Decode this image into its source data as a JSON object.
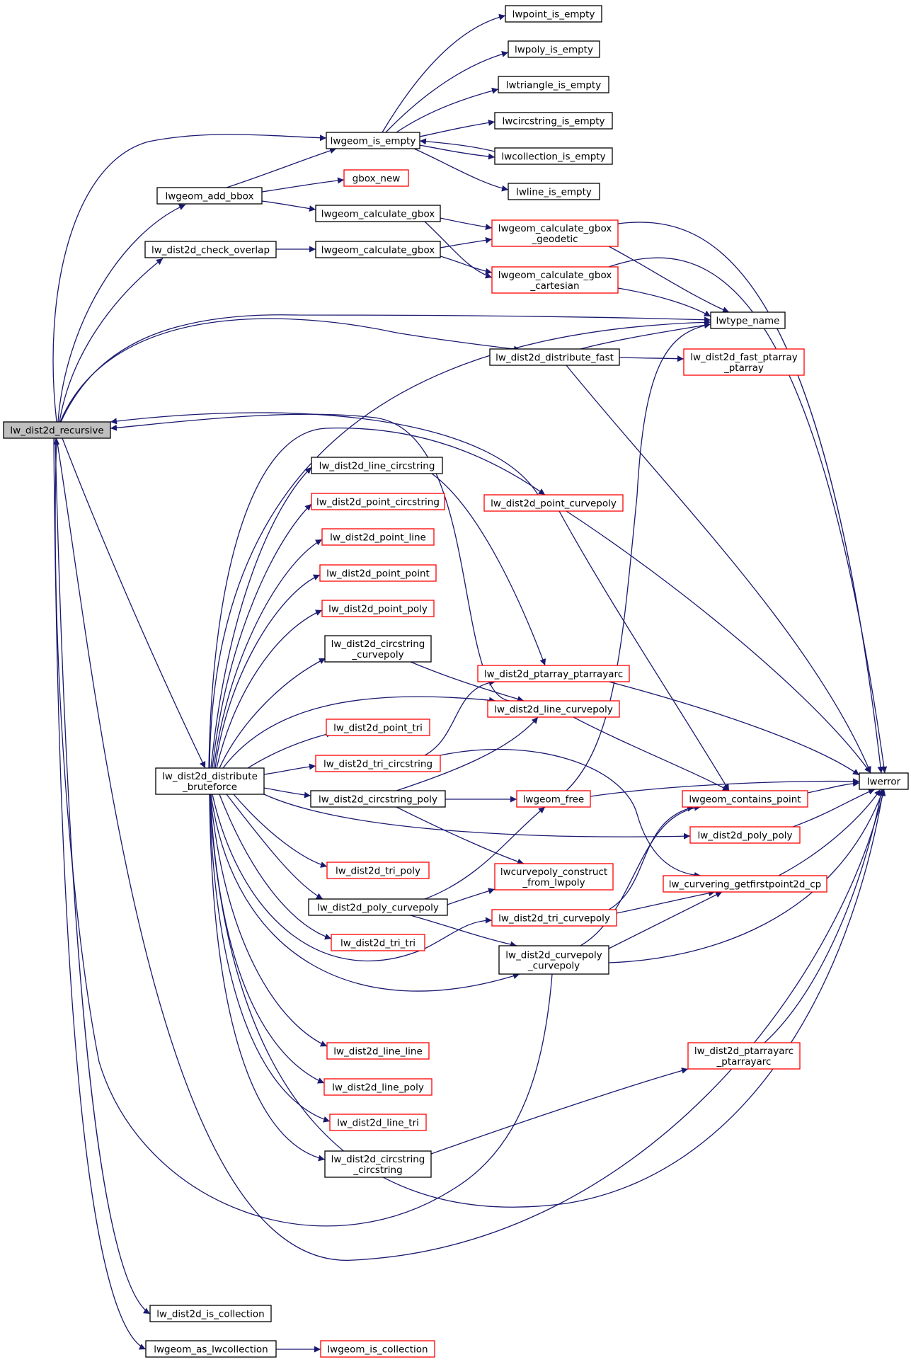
{
  "colors": {
    "edge": "#191970",
    "border_normal": "#000000",
    "border_external": "#ff0000",
    "fill_normal": "#ffffff",
    "fill_root": "#bfbfbf"
  },
  "nodes": [
    {
      "id": "lw_dist2d_recursive",
      "lines": [
        "lw_dist2d_recursive"
      ],
      "style": "root"
    },
    {
      "id": "lwpoint_is_empty",
      "lines": [
        "lwpoint_is_empty"
      ],
      "style": "normal"
    },
    {
      "id": "lwpoly_is_empty",
      "lines": [
        "lwpoly_is_empty"
      ],
      "style": "normal"
    },
    {
      "id": "lwtriangle_is_empty",
      "lines": [
        "lwtriangle_is_empty"
      ],
      "style": "normal"
    },
    {
      "id": "lwcircstring_is_empty",
      "lines": [
        "lwcircstring_is_empty"
      ],
      "style": "normal"
    },
    {
      "id": "lwgeom_is_empty",
      "lines": [
        "lwgeom_is_empty"
      ],
      "style": "normal"
    },
    {
      "id": "lwcollection_is_empty",
      "lines": [
        "lwcollection_is_empty"
      ],
      "style": "normal"
    },
    {
      "id": "lwline_is_empty",
      "lines": [
        "lwline_is_empty"
      ],
      "style": "normal"
    },
    {
      "id": "lwgeom_add_bbox",
      "lines": [
        "lwgeom_add_bbox"
      ],
      "style": "normal"
    },
    {
      "id": "gbox_new",
      "lines": [
        "gbox_new"
      ],
      "style": "external"
    },
    {
      "id": "lwgeom_calculate_gbox_1",
      "lines": [
        "lwgeom_calculate_gbox"
      ],
      "style": "normal"
    },
    {
      "id": "lw_dist2d_check_overlap",
      "lines": [
        "lw_dist2d_check_overlap"
      ],
      "style": "normal"
    },
    {
      "id": "lwgeom_calculate_gbox_2",
      "lines": [
        "lwgeom_calculate_gbox"
      ],
      "style": "normal"
    },
    {
      "id": "lwgeom_calculate_gbox_geodetic",
      "lines": [
        "lwgeom_calculate_gbox",
        "_geodetic"
      ],
      "style": "external"
    },
    {
      "id": "lwgeom_calculate_gbox_cartesian",
      "lines": [
        "lwgeom_calculate_gbox",
        "_cartesian"
      ],
      "style": "external"
    },
    {
      "id": "lwtype_name",
      "lines": [
        "lwtype_name"
      ],
      "style": "normal"
    },
    {
      "id": "lw_dist2d_distribute_fast",
      "lines": [
        "lw_dist2d_distribute_fast"
      ],
      "style": "normal"
    },
    {
      "id": "lw_dist2d_fast_ptarray_ptarray",
      "lines": [
        "lw_dist2d_fast_ptarray",
        "_ptarray"
      ],
      "style": "external"
    },
    {
      "id": "lw_dist2d_line_circstring",
      "lines": [
        "lw_dist2d_line_circstring"
      ],
      "style": "normal"
    },
    {
      "id": "lw_dist2d_point_circstring",
      "lines": [
        "lw_dist2d_point_circstring"
      ],
      "style": "external"
    },
    {
      "id": "lw_dist2d_point_curvepoly",
      "lines": [
        "lw_dist2d_point_curvepoly"
      ],
      "style": "external"
    },
    {
      "id": "lw_dist2d_point_line",
      "lines": [
        "lw_dist2d_point_line"
      ],
      "style": "external"
    },
    {
      "id": "lw_dist2d_point_point",
      "lines": [
        "lw_dist2d_point_point"
      ],
      "style": "external"
    },
    {
      "id": "lw_dist2d_point_poly",
      "lines": [
        "lw_dist2d_point_poly"
      ],
      "style": "external"
    },
    {
      "id": "lw_dist2d_circstring_curvepoly",
      "lines": [
        "lw_dist2d_circstring",
        "_curvepoly"
      ],
      "style": "normal"
    },
    {
      "id": "lw_dist2d_ptarray_ptarrayarc",
      "lines": [
        "lw_dist2d_ptarray_ptarrayarc"
      ],
      "style": "external"
    },
    {
      "id": "lw_dist2d_line_curvepoly",
      "lines": [
        "lw_dist2d_line_curvepoly"
      ],
      "style": "external"
    },
    {
      "id": "lw_dist2d_point_tri",
      "lines": [
        "lw_dist2d_point_tri"
      ],
      "style": "external"
    },
    {
      "id": "lw_dist2d_tri_circstring",
      "lines": [
        "lw_dist2d_tri_circstring"
      ],
      "style": "external"
    },
    {
      "id": "lw_dist2d_distribute_bruteforce",
      "lines": [
        "lw_dist2d_distribute",
        "_bruteforce"
      ],
      "style": "normal"
    },
    {
      "id": "lwerror",
      "lines": [
        "lwerror"
      ],
      "style": "normal"
    },
    {
      "id": "lw_dist2d_circstring_poly",
      "lines": [
        "lw_dist2d_circstring_poly"
      ],
      "style": "normal"
    },
    {
      "id": "lwgeom_free",
      "lines": [
        "lwgeom_free"
      ],
      "style": "external"
    },
    {
      "id": "lwgeom_contains_point",
      "lines": [
        "lwgeom_contains_point"
      ],
      "style": "external"
    },
    {
      "id": "lw_dist2d_poly_poly",
      "lines": [
        "lw_dist2d_poly_poly"
      ],
      "style": "external"
    },
    {
      "id": "lw_dist2d_tri_poly",
      "lines": [
        "lw_dist2d_tri_poly"
      ],
      "style": "external"
    },
    {
      "id": "lwcurvepoly_construct_from_lwpoly",
      "lines": [
        "lwcurvepoly_construct",
        "_from_lwpoly"
      ],
      "style": "external"
    },
    {
      "id": "lw_curvering_getfirstpoint2d_cp",
      "lines": [
        "lw_curvering_getfirstpoint2d_cp"
      ],
      "style": "external"
    },
    {
      "id": "lw_dist2d_poly_curvepoly",
      "lines": [
        "lw_dist2d_poly_curvepoly"
      ],
      "style": "normal"
    },
    {
      "id": "lw_dist2d_tri_curvepoly",
      "lines": [
        "lw_dist2d_tri_curvepoly"
      ],
      "style": "external"
    },
    {
      "id": "lw_dist2d_tri_tri",
      "lines": [
        "lw_dist2d_tri_tri"
      ],
      "style": "external"
    },
    {
      "id": "lw_dist2d_curvepoly_curvepoly",
      "lines": [
        "lw_dist2d_curvepoly",
        "_curvepoly"
      ],
      "style": "normal"
    },
    {
      "id": "lw_dist2d_ptarrayarc_ptarrayarc",
      "lines": [
        "lw_dist2d_ptarrayarc",
        "_ptarrayarc"
      ],
      "style": "external"
    },
    {
      "id": "lw_dist2d_line_line",
      "lines": [
        "lw_dist2d_line_line"
      ],
      "style": "external"
    },
    {
      "id": "lw_dist2d_line_poly",
      "lines": [
        "lw_dist2d_line_poly"
      ],
      "style": "external"
    },
    {
      "id": "lw_dist2d_line_tri",
      "lines": [
        "lw_dist2d_line_tri"
      ],
      "style": "external"
    },
    {
      "id": "lw_dist2d_circstring_circstring",
      "lines": [
        "lw_dist2d_circstring",
        "_circstring"
      ],
      "style": "normal"
    },
    {
      "id": "lw_dist2d_is_collection",
      "lines": [
        "lw_dist2d_is_collection"
      ],
      "style": "normal"
    },
    {
      "id": "lwgeom_as_lwcollection",
      "lines": [
        "lwgeom_as_lwcollection"
      ],
      "style": "normal"
    },
    {
      "id": "lwgeom_is_collection",
      "lines": [
        "lwgeom_is_collection"
      ],
      "style": "external"
    }
  ],
  "edges": [
    [
      "lw_dist2d_recursive",
      "lwgeom_is_empty"
    ],
    [
      "lw_dist2d_recursive",
      "lwgeom_add_bbox"
    ],
    [
      "lw_dist2d_recursive",
      "lw_dist2d_check_overlap"
    ],
    [
      "lw_dist2d_recursive",
      "lwtype_name"
    ],
    [
      "lw_dist2d_recursive",
      "lw_dist2d_distribute_fast"
    ],
    [
      "lw_dist2d_recursive",
      "lw_dist2d_distribute_bruteforce"
    ],
    [
      "lw_dist2d_recursive",
      "lwerror"
    ],
    [
      "lw_dist2d_recursive",
      "lw_dist2d_is_collection"
    ],
    [
      "lw_dist2d_recursive",
      "lwgeom_as_lwcollection"
    ],
    [
      "lwgeom_is_empty",
      "lwpoint_is_empty"
    ],
    [
      "lwgeom_is_empty",
      "lwpoly_is_empty"
    ],
    [
      "lwgeom_is_empty",
      "lwtriangle_is_empty"
    ],
    [
      "lwgeom_is_empty",
      "lwcircstring_is_empty"
    ],
    [
      "lwgeom_is_empty",
      "lwcollection_is_empty"
    ],
    [
      "lwgeom_is_empty",
      "lwline_is_empty"
    ],
    [
      "lwcollection_is_empty",
      "lwgeom_is_empty"
    ],
    [
      "lwgeom_add_bbox",
      "lwgeom_is_empty"
    ],
    [
      "lwgeom_add_bbox",
      "gbox_new"
    ],
    [
      "lwgeom_add_bbox",
      "lwgeom_calculate_gbox_1"
    ],
    [
      "lwgeom_calculate_gbox_1",
      "lwgeom_calculate_gbox_geodetic"
    ],
    [
      "lwgeom_calculate_gbox_1",
      "lwgeom_calculate_gbox_cartesian"
    ],
    [
      "lw_dist2d_check_overlap",
      "lwgeom_calculate_gbox_2"
    ],
    [
      "lwgeom_calculate_gbox_2",
      "lwgeom_calculate_gbox_geodetic"
    ],
    [
      "lwgeom_calculate_gbox_2",
      "lwgeom_calculate_gbox_cartesian"
    ],
    [
      "lwgeom_calculate_gbox_geodetic",
      "lwtype_name"
    ],
    [
      "lwgeom_calculate_gbox_geodetic",
      "lwerror"
    ],
    [
      "lwgeom_calculate_gbox_cartesian",
      "lwtype_name"
    ],
    [
      "lwgeom_calculate_gbox_cartesian",
      "lwerror"
    ],
    [
      "lw_dist2d_distribute_fast",
      "lwtype_name"
    ],
    [
      "lw_dist2d_distribute_fast",
      "lw_dist2d_fast_ptarray_ptarray"
    ],
    [
      "lw_dist2d_distribute_fast",
      "lwerror"
    ],
    [
      "lw_dist2d_distribute_bruteforce",
      "lwtype_name"
    ],
    [
      "lw_dist2d_distribute_bruteforce",
      "lw_dist2d_line_circstring"
    ],
    [
      "lw_dist2d_distribute_bruteforce",
      "lw_dist2d_point_circstring"
    ],
    [
      "lw_dist2d_distribute_bruteforce",
      "lw_dist2d_point_curvepoly"
    ],
    [
      "lw_dist2d_distribute_bruteforce",
      "lw_dist2d_point_line"
    ],
    [
      "lw_dist2d_distribute_bruteforce",
      "lw_dist2d_point_point"
    ],
    [
      "lw_dist2d_distribute_bruteforce",
      "lw_dist2d_point_poly"
    ],
    [
      "lw_dist2d_distribute_bruteforce",
      "lw_dist2d_circstring_curvepoly"
    ],
    [
      "lw_dist2d_distribute_bruteforce",
      "lw_dist2d_line_curvepoly"
    ],
    [
      "lw_dist2d_distribute_bruteforce",
      "lw_dist2d_point_tri"
    ],
    [
      "lw_dist2d_distribute_bruteforce",
      "lw_dist2d_tri_circstring"
    ],
    [
      "lw_dist2d_distribute_bruteforce",
      "lw_dist2d_circstring_poly"
    ],
    [
      "lw_dist2d_distribute_bruteforce",
      "lw_dist2d_poly_poly"
    ],
    [
      "lw_dist2d_distribute_bruteforce",
      "lw_dist2d_tri_poly"
    ],
    [
      "lw_dist2d_distribute_bruteforce",
      "lw_dist2d_poly_curvepoly"
    ],
    [
      "lw_dist2d_distribute_bruteforce",
      "lw_dist2d_tri_curvepoly"
    ],
    [
      "lw_dist2d_distribute_bruteforce",
      "lw_dist2d_tri_tri"
    ],
    [
      "lw_dist2d_distribute_bruteforce",
      "lw_dist2d_curvepoly_curvepoly"
    ],
    [
      "lw_dist2d_distribute_bruteforce",
      "lw_dist2d_line_line"
    ],
    [
      "lw_dist2d_distribute_bruteforce",
      "lw_dist2d_line_poly"
    ],
    [
      "lw_dist2d_distribute_bruteforce",
      "lw_dist2d_line_tri"
    ],
    [
      "lw_dist2d_distribute_bruteforce",
      "lw_dist2d_circstring_circstring"
    ],
    [
      "lw_dist2d_distribute_bruteforce",
      "lwerror"
    ],
    [
      "lw_dist2d_line_circstring",
      "lw_dist2d_ptarray_ptarrayarc"
    ],
    [
      "lw_dist2d_point_curvepoly",
      "lw_dist2d_recursive"
    ],
    [
      "lw_dist2d_point_curvepoly",
      "lwgeom_contains_point"
    ],
    [
      "lw_dist2d_point_curvepoly",
      "lwerror"
    ],
    [
      "lw_dist2d_circstring_curvepoly",
      "lw_dist2d_line_curvepoly"
    ],
    [
      "lw_dist2d_ptarray_ptarrayarc",
      "lwerror"
    ],
    [
      "lw_dist2d_line_curvepoly",
      "lw_dist2d_recursive"
    ],
    [
      "lw_dist2d_line_curvepoly",
      "lwgeom_contains_point"
    ],
    [
      "lw_dist2d_tri_circstring",
      "lw_dist2d_ptarray_ptarrayarc"
    ],
    [
      "lw_dist2d_tri_circstring",
      "lw_curvering_getfirstpoint2d_cp"
    ],
    [
      "lw_dist2d_circstring_poly",
      "lw_dist2d_line_curvepoly"
    ],
    [
      "lw_dist2d_circstring_poly",
      "lwgeom_free"
    ],
    [
      "lw_dist2d_circstring_poly",
      "lwcurvepoly_construct_from_lwpoly"
    ],
    [
      "lwgeom_free",
      "lwtype_name"
    ],
    [
      "lwgeom_free",
      "lwerror"
    ],
    [
      "lwgeom_contains_point",
      "lwerror"
    ],
    [
      "lw_dist2d_poly_poly",
      "lwerror"
    ],
    [
      "lw_curvering_getfirstpoint2d_cp",
      "lwerror"
    ],
    [
      "lw_dist2d_poly_curvepoly",
      "lwgeom_free"
    ],
    [
      "lw_dist2d_poly_curvepoly",
      "lwcurvepoly_construct_from_lwpoly"
    ],
    [
      "lw_dist2d_poly_curvepoly",
      "lw_dist2d_curvepoly_curvepoly"
    ],
    [
      "lw_dist2d_tri_curvepoly",
      "lwgeom_contains_point"
    ],
    [
      "lw_dist2d_tri_curvepoly",
      "lw_curvering_getfirstpoint2d_cp"
    ],
    [
      "lw_dist2d_curvepoly_curvepoly",
      "lw_dist2d_recursive"
    ],
    [
      "lw_dist2d_curvepoly_curvepoly",
      "lwgeom_contains_point"
    ],
    [
      "lw_dist2d_curvepoly_curvepoly",
      "lw_curvering_getfirstpoint2d_cp"
    ],
    [
      "lw_dist2d_curvepoly_curvepoly",
      "lwerror"
    ],
    [
      "lw_dist2d_ptarrayarc_ptarrayarc",
      "lwerror"
    ],
    [
      "lw_dist2d_circstring_circstring",
      "lw_dist2d_ptarrayarc_ptarrayarc"
    ],
    [
      "lwgeom_as_lwcollection",
      "lwgeom_is_collection"
    ]
  ]
}
